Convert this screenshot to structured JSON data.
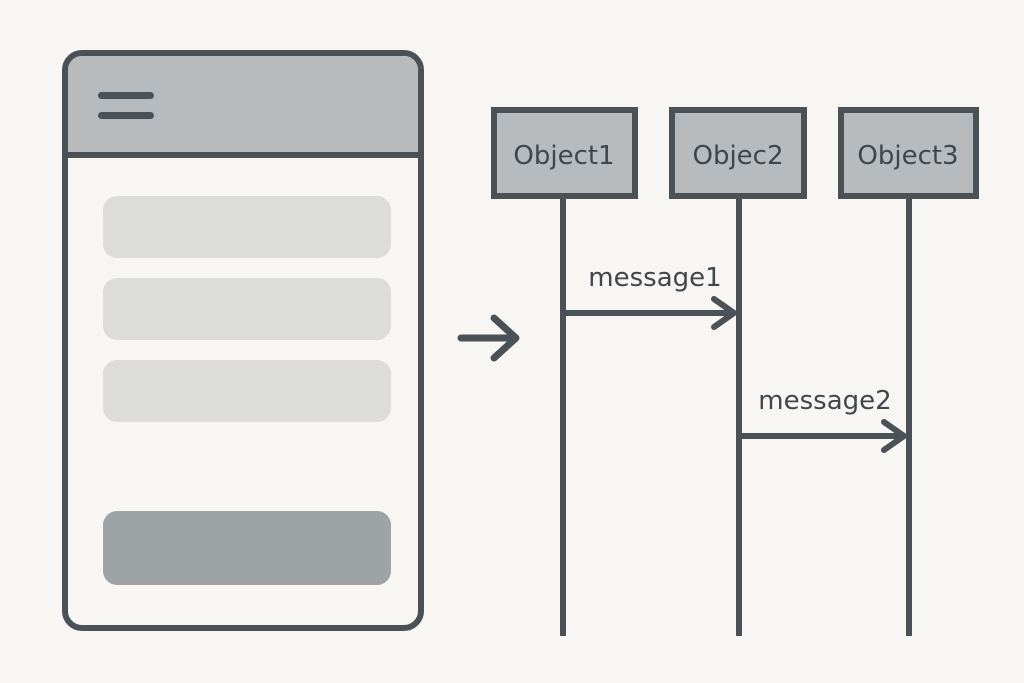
{
  "diagram": {
    "objects": [
      {
        "label": "Object1"
      },
      {
        "label": "Objec2"
      },
      {
        "label": "Object3"
      }
    ],
    "messages": [
      {
        "label": "message1",
        "from": 0,
        "to": 1
      },
      {
        "label": "message2",
        "from": 1,
        "to": 2
      }
    ]
  },
  "colors": {
    "background": "#f8f6f2",
    "stroke": "#4a5257",
    "box_fill": "#b8bbbd",
    "row_fill": "#dcdcda",
    "button_fill": "#9ea3a6"
  },
  "icons": {
    "menu": "hamburger-icon",
    "transition": "arrow-right-icon"
  }
}
